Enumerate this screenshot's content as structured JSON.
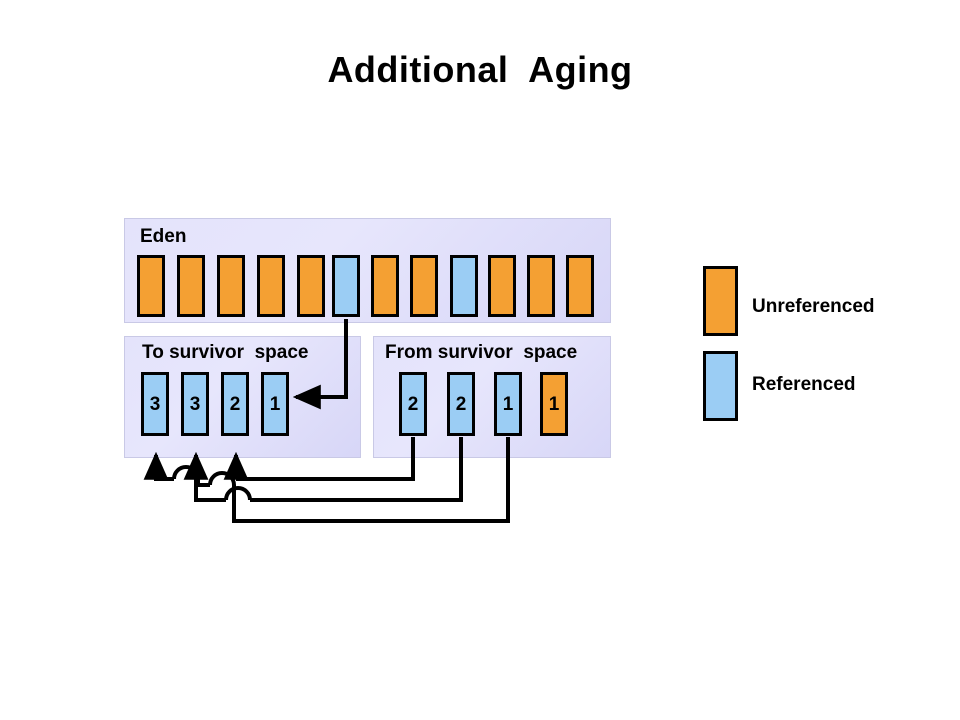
{
  "title": "Additional  Aging",
  "colors": {
    "unreferenced": "#f4a033",
    "referenced": "#9bcdf4",
    "panel_background": "#e4e3fb",
    "outline": "#000000",
    "page_background": "#ffffff"
  },
  "regions": {
    "eden": {
      "label": "Eden",
      "cells": [
        {
          "state": "unreferenced",
          "value": ""
        },
        {
          "state": "unreferenced",
          "value": ""
        },
        {
          "state": "unreferenced",
          "value": ""
        },
        {
          "state": "unreferenced",
          "value": ""
        },
        {
          "state": "unreferenced",
          "value": ""
        },
        {
          "state": "referenced",
          "value": ""
        },
        {
          "state": "unreferenced",
          "value": ""
        },
        {
          "state": "unreferenced",
          "value": ""
        },
        {
          "state": "referenced",
          "value": ""
        },
        {
          "state": "unreferenced",
          "value": ""
        },
        {
          "state": "unreferenced",
          "value": ""
        },
        {
          "state": "unreferenced",
          "value": ""
        }
      ]
    },
    "to_survivor": {
      "label": "To survivor  space",
      "cells": [
        {
          "state": "referenced",
          "value": "3"
        },
        {
          "state": "referenced",
          "value": "3"
        },
        {
          "state": "referenced",
          "value": "2"
        },
        {
          "state": "referenced",
          "value": "1"
        }
      ]
    },
    "from_survivor": {
      "label": "From survivor  space",
      "cells": [
        {
          "state": "referenced",
          "value": "2"
        },
        {
          "state": "referenced",
          "value": "2"
        },
        {
          "state": "referenced",
          "value": "1"
        },
        {
          "state": "unreferenced",
          "value": "1"
        }
      ]
    }
  },
  "legend": {
    "items": [
      {
        "state": "unreferenced",
        "label": "Unreferenced"
      },
      {
        "state": "referenced",
        "label": "Referenced"
      }
    ]
  }
}
